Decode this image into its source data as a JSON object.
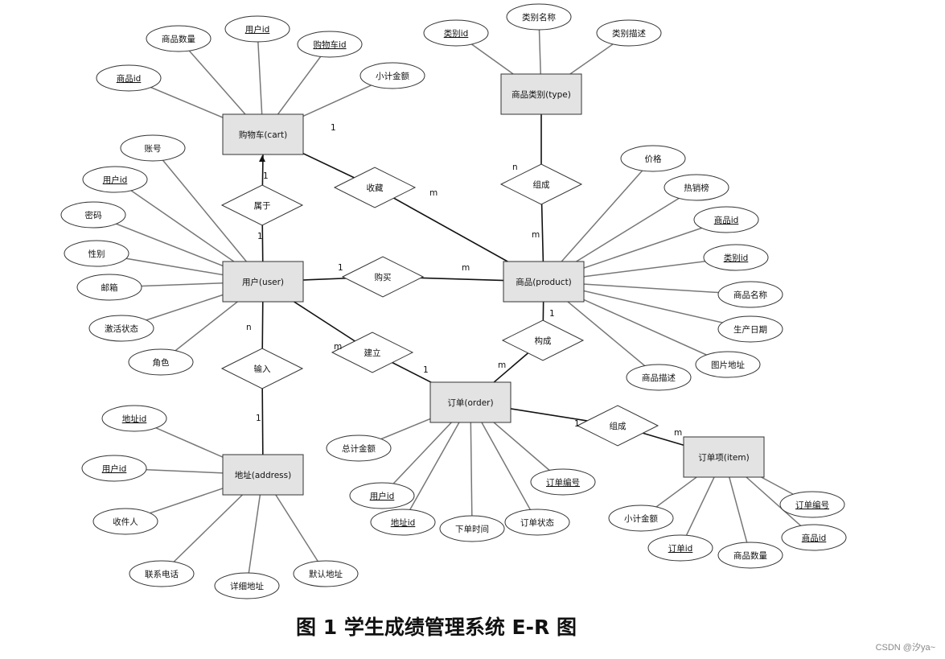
{
  "caption": "图 1 学生成绩管理系统 E-R 图",
  "watermark": "CSDN @汐ya~",
  "entities": {
    "cart": "购物车(cart)",
    "type": "商品类别(type)",
    "user": "用户(user)",
    "product": "商品(product)",
    "order": "订单(order)",
    "address": "地址(address)",
    "item": "订单项(item)"
  },
  "relations": {
    "belong": "属于",
    "favorite": "收藏",
    "compose_type": "组成",
    "buy": "购买",
    "create": "建立",
    "constitute": "构成",
    "input": "输入",
    "compose_item": "组成"
  },
  "attributes": {
    "cart": [
      "商品id",
      "商品数量",
      "用户id",
      "购物车id",
      "小计金额"
    ],
    "type": [
      "类别id",
      "类别名称",
      "类别描述"
    ],
    "user": [
      "账号",
      "用户id",
      "密码",
      "性别",
      "邮箱",
      "激活状态",
      "角色"
    ],
    "product": [
      "价格",
      "热销榜",
      "商品id",
      "类别id",
      "商品名称",
      "生产日期",
      "图片地址",
      "商品描述"
    ],
    "address": [
      "地址id",
      "用户id",
      "收件人",
      "联系电话",
      "详细地址",
      "默认地址"
    ],
    "order": [
      "总计金额",
      "用户id",
      "地址id",
      "下单时间",
      "订单状态",
      "订单编号"
    ],
    "item": [
      "小计金额",
      "订单id",
      "商品数量",
      "商品id",
      "订单编号"
    ]
  },
  "cardinalities": [
    "1",
    "1",
    "1",
    "m",
    "n",
    "m",
    "1",
    "m",
    "n",
    "m",
    "1",
    "m",
    "1",
    "1",
    "1",
    "m"
  ]
}
